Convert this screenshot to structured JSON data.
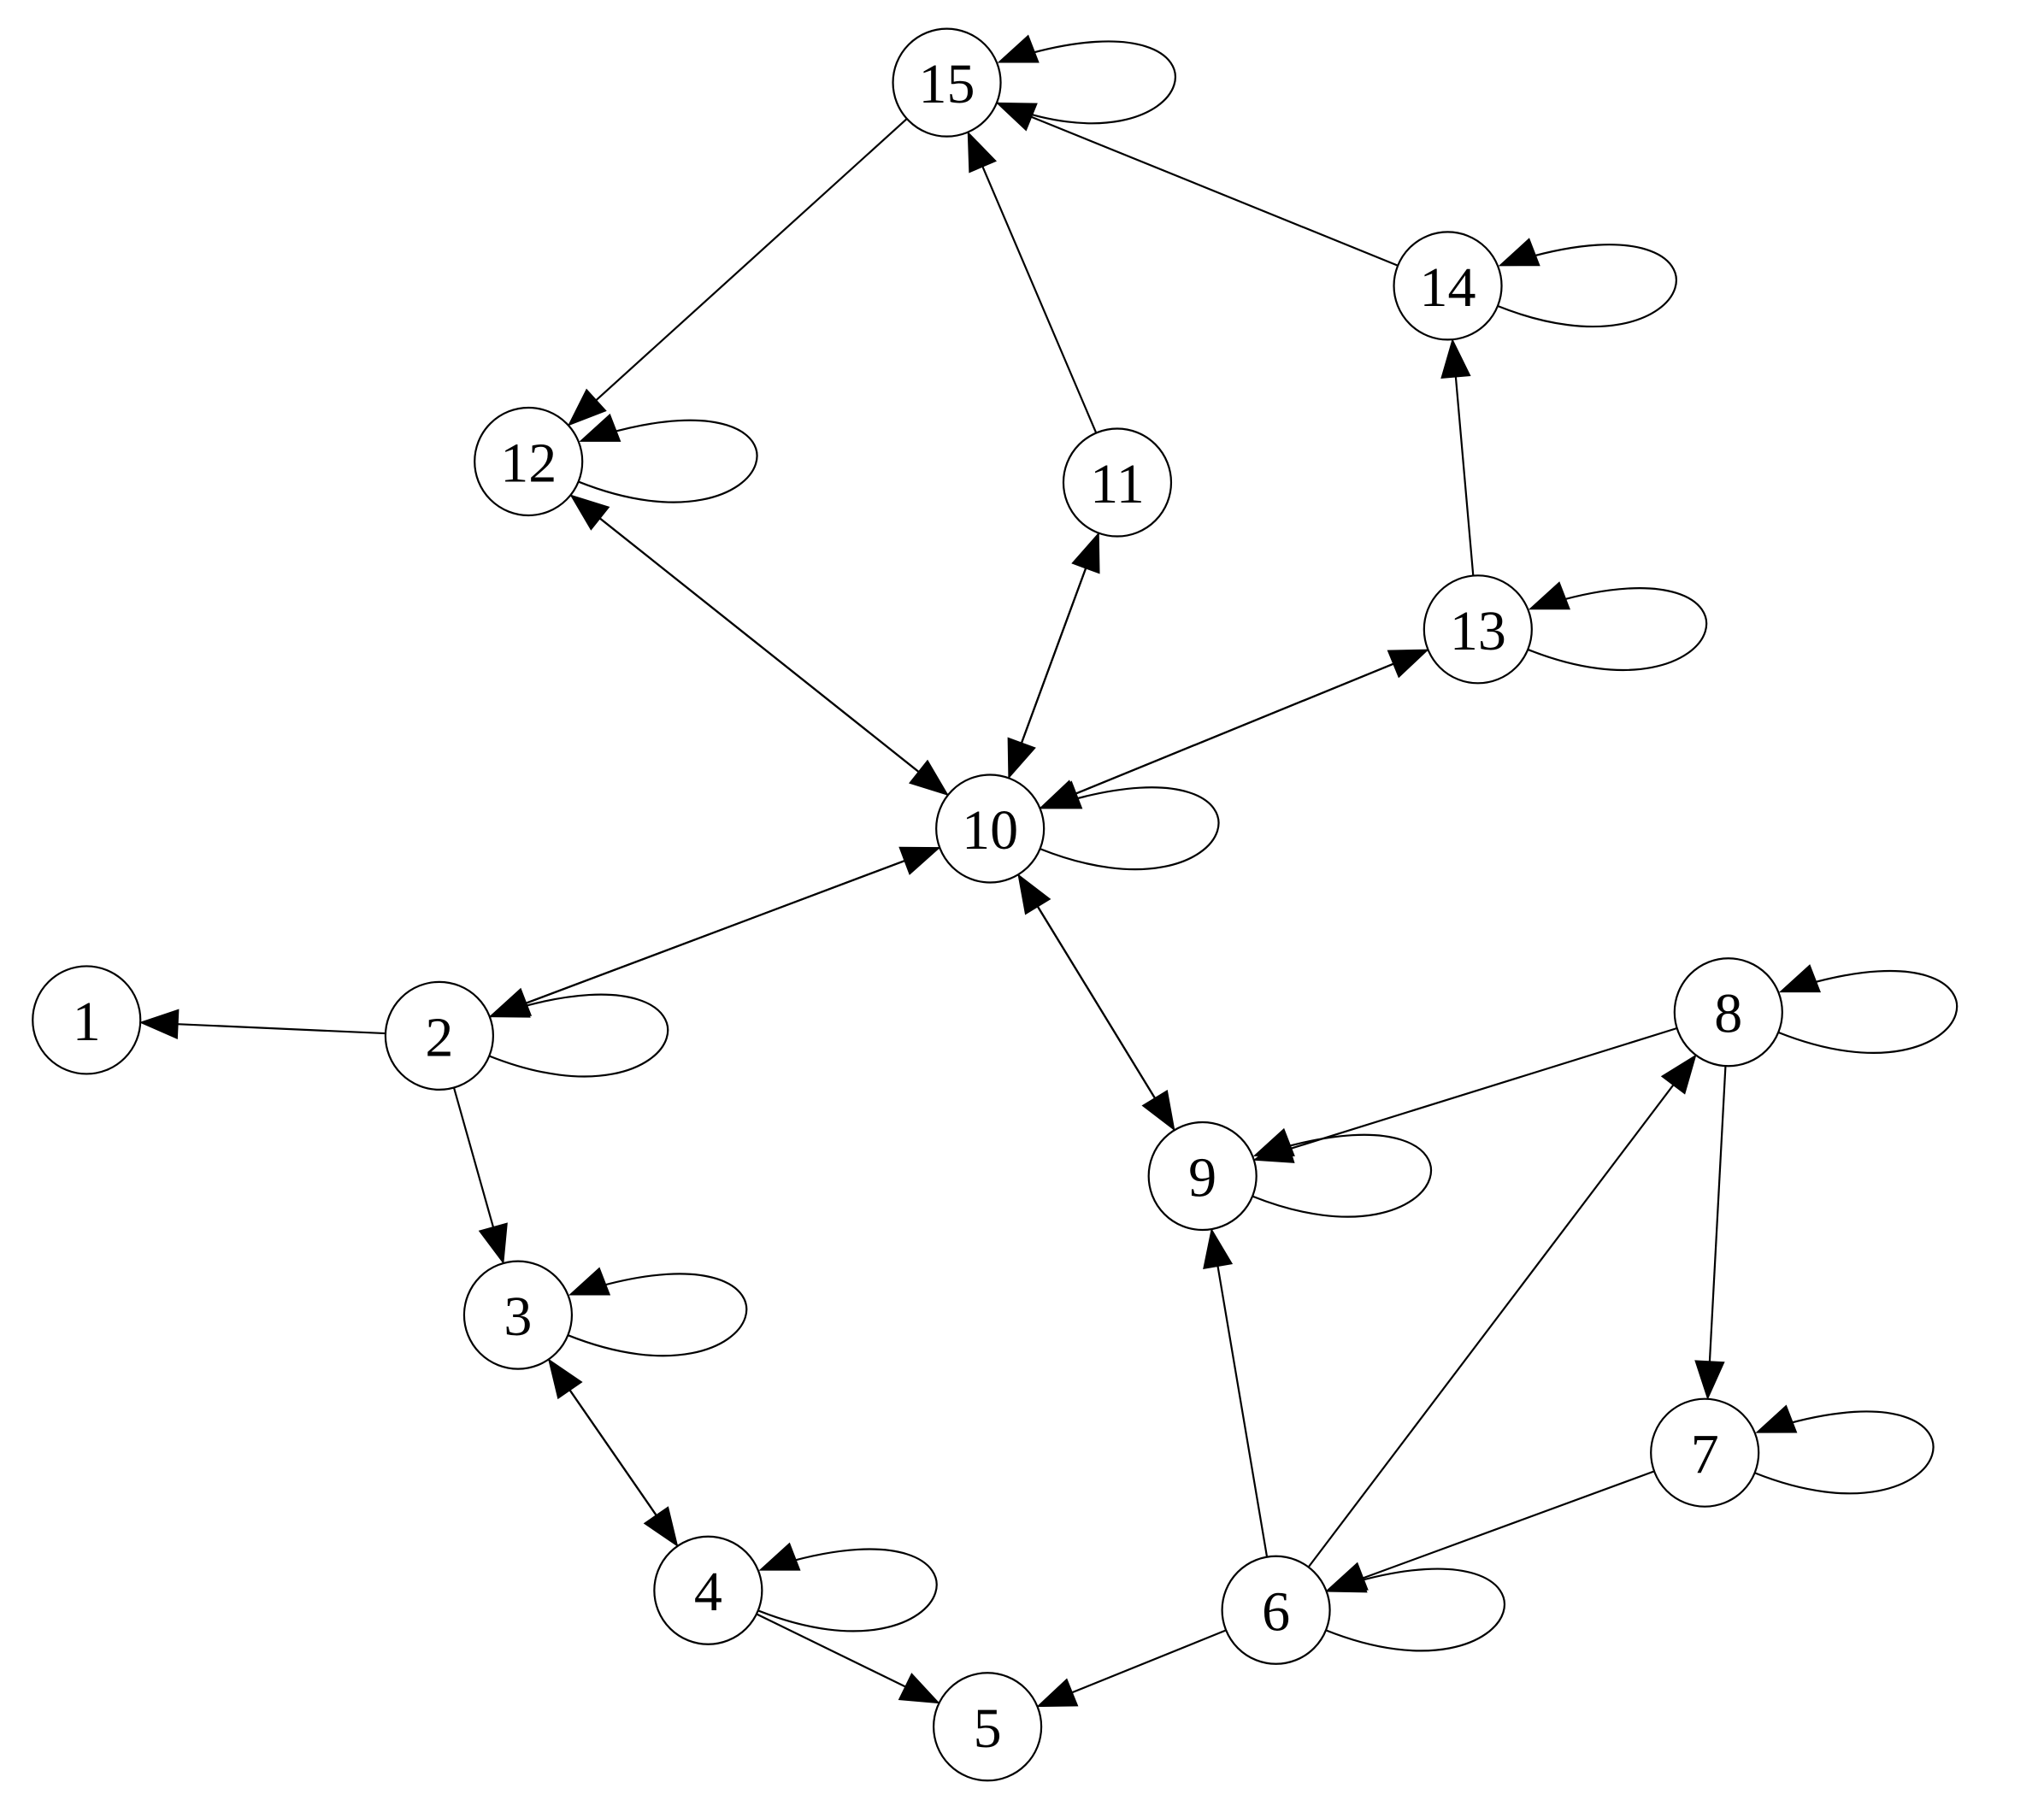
{
  "graph": {
    "type": "directed-graph",
    "colors": {
      "node_fill": "#ffffff",
      "stroke": "#000000",
      "text": "#000000"
    },
    "nodes": [
      {
        "id": "1",
        "label": "1"
      },
      {
        "id": "2",
        "label": "2"
      },
      {
        "id": "3",
        "label": "3"
      },
      {
        "id": "4",
        "label": "4"
      },
      {
        "id": "5",
        "label": "5"
      },
      {
        "id": "6",
        "label": "6"
      },
      {
        "id": "7",
        "label": "7"
      },
      {
        "id": "8",
        "label": "8"
      },
      {
        "id": "9",
        "label": "9"
      },
      {
        "id": "10",
        "label": "10"
      },
      {
        "id": "11",
        "label": "11"
      },
      {
        "id": "12",
        "label": "12"
      },
      {
        "id": "13",
        "label": "13"
      },
      {
        "id": "14",
        "label": "14"
      },
      {
        "id": "15",
        "label": "15"
      }
    ],
    "edges": [
      {
        "from": "2",
        "to": "1"
      },
      {
        "from": "2",
        "to": "3"
      },
      {
        "from": "2",
        "to": "10"
      },
      {
        "from": "10",
        "to": "2"
      },
      {
        "from": "3",
        "to": "4"
      },
      {
        "from": "4",
        "to": "3"
      },
      {
        "from": "4",
        "to": "5"
      },
      {
        "from": "6",
        "to": "5"
      },
      {
        "from": "6",
        "to": "9"
      },
      {
        "from": "6",
        "to": "8"
      },
      {
        "from": "7",
        "to": "6"
      },
      {
        "from": "8",
        "to": "7"
      },
      {
        "from": "8",
        "to": "9"
      },
      {
        "from": "9",
        "to": "10"
      },
      {
        "from": "10",
        "to": "9"
      },
      {
        "from": "10",
        "to": "11"
      },
      {
        "from": "11",
        "to": "10"
      },
      {
        "from": "10",
        "to": "12"
      },
      {
        "from": "12",
        "to": "10"
      },
      {
        "from": "10",
        "to": "13"
      },
      {
        "from": "13",
        "to": "10"
      },
      {
        "from": "11",
        "to": "15"
      },
      {
        "from": "13",
        "to": "14"
      },
      {
        "from": "14",
        "to": "15"
      },
      {
        "from": "15",
        "to": "12"
      }
    ],
    "self_loops": [
      "2",
      "3",
      "4",
      "6",
      "7",
      "8",
      "9",
      "10",
      "12",
      "13",
      "14",
      "15"
    ]
  }
}
